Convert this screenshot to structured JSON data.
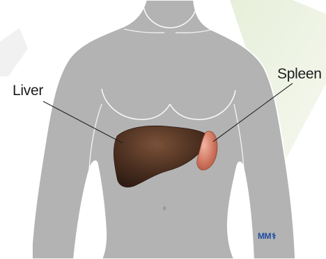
{
  "labels": {
    "liver": "Liver",
    "spleen": "Spleen"
  },
  "logo": {
    "text": "MM",
    "symbol": "⚕"
  },
  "colors": {
    "background": "#ffffff",
    "body": "#b3b3b3",
    "body_outline": "#ffffff",
    "liver": "#4a2e1f",
    "spleen": "#c96a55",
    "leaf_accent": "#e3ecd4",
    "logo": "#1f4fa0",
    "leader_line": "#222222"
  }
}
